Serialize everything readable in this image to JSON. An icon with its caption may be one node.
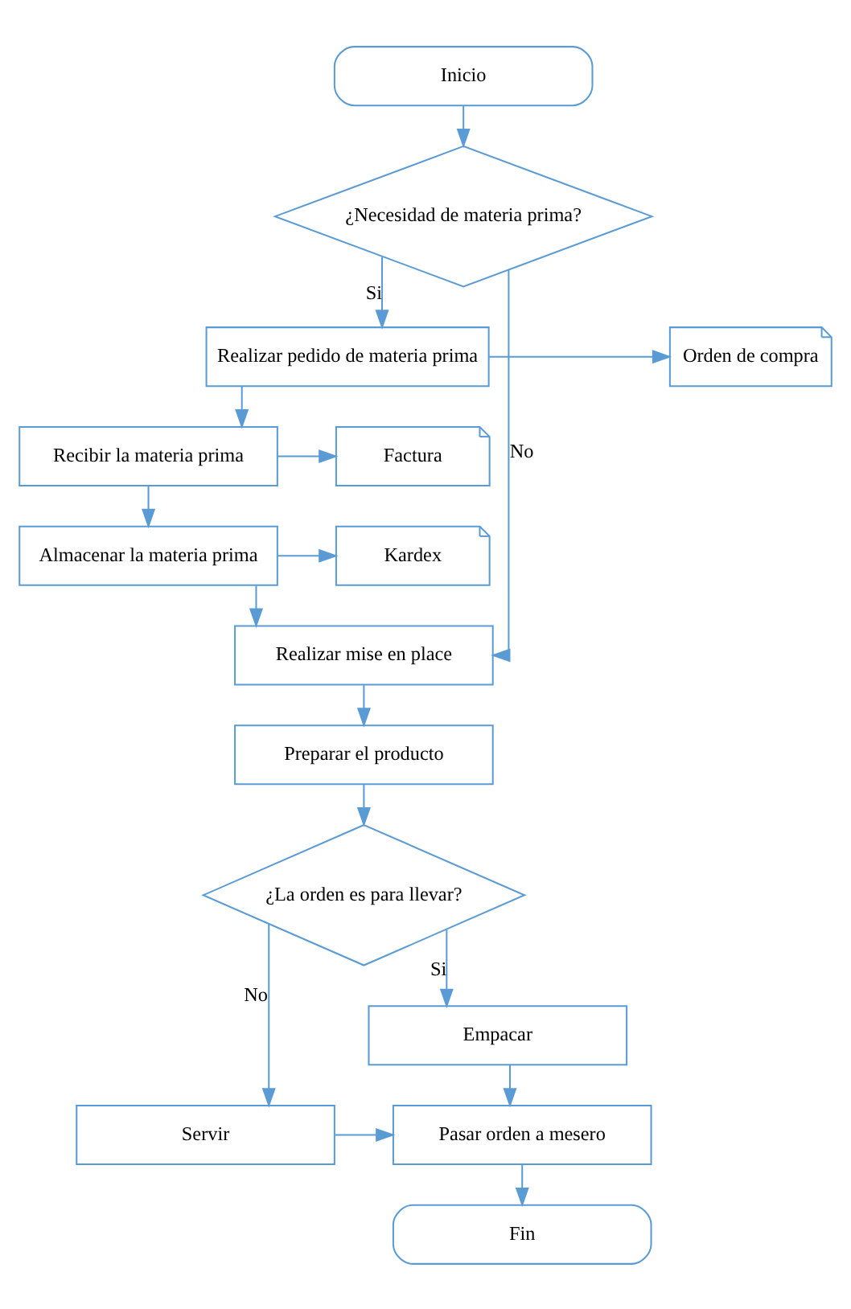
{
  "diagram": {
    "nodes": [
      {
        "text": [
          "Inicio"
        ]
      },
      {
        "text": [
          "¿Necesidad de materia prima?"
        ]
      },
      {
        "text": [
          "Realizar pedido de materia prima"
        ]
      },
      {
        "text": [
          "Orden de compra"
        ]
      },
      {
        "text": [
          "Recibir la materia prima"
        ]
      },
      {
        "text": [
          "Factura"
        ]
      },
      {
        "text": [
          "Almacenar la materia prima"
        ]
      },
      {
        "text": [
          "Kardex"
        ]
      },
      {
        "text": [
          "Realizar mise en place"
        ]
      },
      {
        "text": [
          "Preparar el producto"
        ]
      },
      {
        "text": [
          "¿La orden es para llevar?"
        ]
      },
      {
        "text": [
          "Empacar"
        ]
      },
      {
        "text": [
          "Servir"
        ]
      },
      {
        "text": [
          "Pasar orden a mesero"
        ]
      },
      {
        "text": [
          "Fin"
        ]
      }
    ],
    "edges": [
      {
        "from": 0,
        "to": 1,
        "arrow": "to"
      },
      {
        "from": 1,
        "to": 2,
        "arrow": "to",
        "label": "Si"
      },
      {
        "from": 1,
        "to": 8,
        "arrow": "to",
        "label": "No"
      },
      {
        "from": 2,
        "to": 3,
        "arrow": "to"
      },
      {
        "from": 2,
        "to": 4,
        "arrow": "to"
      },
      {
        "from": 4,
        "to": 5,
        "arrow": "to"
      },
      {
        "from": 4,
        "to": 6,
        "arrow": "to"
      },
      {
        "from": 6,
        "to": 7,
        "arrow": "to"
      },
      {
        "from": 6,
        "to": 8,
        "arrow": "to"
      },
      {
        "from": 8,
        "to": 9,
        "arrow": "to"
      },
      {
        "from": 9,
        "to": 10,
        "arrow": "to"
      },
      {
        "from": 10,
        "to": 11,
        "arrow": "to",
        "label": "Si"
      },
      {
        "from": 10,
        "to": 12,
        "arrow": "to",
        "label": "No"
      },
      {
        "from": 11,
        "to": 13,
        "arrow": "to"
      },
      {
        "from": 12,
        "to": 13,
        "arrow": "to"
      },
      {
        "from": 13,
        "to": 14,
        "arrow": "to"
      }
    ]
  }
}
